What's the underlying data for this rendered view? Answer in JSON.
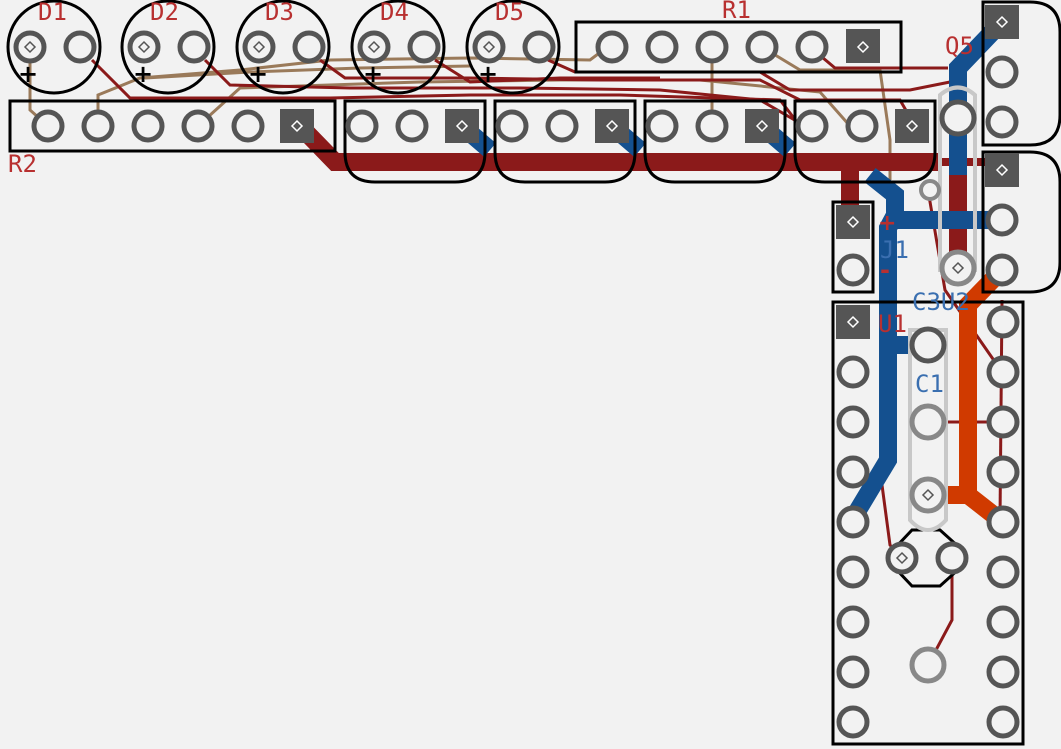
{
  "colors": {
    "background": "#f2f2f2",
    "outline": "#000000",
    "top_copper": "#8b1a1a",
    "top_label": "#b83030",
    "bottom_copper": "#14508f",
    "bottom_label": "#3a6fb0",
    "power_trace": "#d03a00",
    "thin_trace": "#9a7a5a",
    "pad_ring": "#555555",
    "pad_drill": "#ffffff"
  },
  "labels": {
    "d1": "D1",
    "d2": "D2",
    "d3": "D3",
    "d4": "D4",
    "d5": "D5",
    "r1": "R1",
    "r2": "R2",
    "q5": "Q5",
    "j1": "J1",
    "u1": "U1",
    "c1": "C1",
    "c3u2": "C3U2",
    "plus": "+",
    "minus": "-"
  }
}
